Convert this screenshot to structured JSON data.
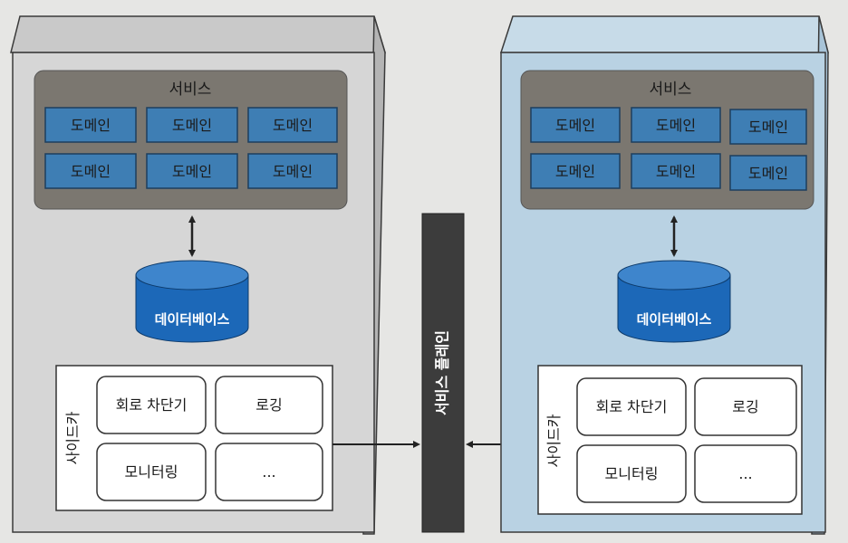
{
  "left_server": {
    "service_title": "서비스",
    "domains": [
      "도메인",
      "도메인",
      "도메인",
      "도메인",
      "도메인",
      "도메인"
    ],
    "database_label": "데이터베이스",
    "sidecar_label": "사이드카",
    "sidecar_items": [
      "회로 차단기",
      "로깅",
      "모니터링",
      "..."
    ]
  },
  "right_server": {
    "service_title": "서비스",
    "domains": [
      "도메인",
      "도메인",
      "도메인",
      "도메인",
      "도메인",
      "도메인"
    ],
    "database_label": "데이터베이스",
    "sidecar_label": "사이드카",
    "sidecar_items": [
      "회로 차단기",
      "로깅",
      "모니터링",
      "..."
    ]
  },
  "service_plane_label": "서비스 플레인",
  "colors": {
    "left_box_fill": "#d6d6d6",
    "right_box_fill": "#b9d2e3",
    "service_panel": "#7b7770",
    "domain_fill": "#3e7eb4",
    "database_fill": "#1c68b8",
    "service_plane": "#3c3c3c"
  }
}
